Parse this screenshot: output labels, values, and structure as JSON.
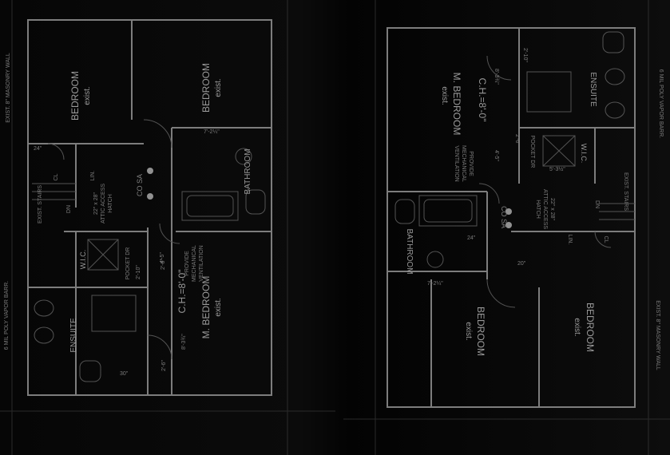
{
  "plans": [
    {
      "id": "left",
      "rooms": {
        "bedroom1": {
          "name": "BEDROOM",
          "sub": "exist."
        },
        "bedroom2": {
          "name": "BEDROOM",
          "sub": "exist."
        },
        "bathroom": {
          "name": "BATHROOM"
        },
        "mbedroom": {
          "ch": "C.H.=8'-0\"",
          "name": "M. BEDROOM",
          "sub": "exist."
        },
        "ensuite": {
          "name": "ENSUITE"
        },
        "wic": {
          "name": "W.I.C."
        },
        "stairs": {
          "name": "EXIST. STAIRS",
          "dn": "DN"
        },
        "vent": {
          "l1": "PROVIDE",
          "l2": "MECHANICAL",
          "l3": "VENTILATION"
        },
        "hatch": {
          "l1": "22\" x 28\"",
          "l2": "ATTIC ACCESS",
          "l3": "HATCH"
        },
        "co_sa": "CO  SA",
        "lin": "LIN.",
        "cl": "CL",
        "pocket": "POCKET DR",
        "dims": {
          "d1": "7'-2¼\"",
          "d2": "2'-6\"",
          "d3": "2'-10\"",
          "d4": "4'-5\"",
          "d5": "8'-3¾\"",
          "d6": "2'-6\"",
          "d7": "24\"",
          "d8": "30\""
        },
        "wall_note": "EXIST. 8\" MASONRY WALL",
        "poly_note": "6 MIL POLY VAPOR BARR."
      }
    },
    {
      "id": "right",
      "rooms": {
        "bedroom1": {
          "name": "BEDROOM",
          "sub": "exist."
        },
        "bedroom2": {
          "name": "BEDROOM",
          "sub": "exist."
        },
        "bathroom": {
          "name": "BATHROOM"
        },
        "mbedroom": {
          "ch": "C.H.=8'-0\"",
          "name": "M. BEDROOM",
          "sub": "exist."
        },
        "ensuite": {
          "name": "ENSUITE"
        },
        "wic": {
          "name": "W.I.C."
        },
        "stairs": {
          "name": "EXIST. STAIRS",
          "dn": "DN"
        },
        "vent": {
          "l1": "PROVIDE",
          "l2": "MECHANICAL",
          "l3": "VENTILATION"
        },
        "hatch": {
          "l1": "22\" x 28\"",
          "l2": "ATTIC ACCESS",
          "l3": "HATCH"
        },
        "co_sa": "CO  SA",
        "lin": "LIN.",
        "cl": "CL",
        "pocket": "POCKET DR",
        "dims": {
          "d1": "7'-2¼\"",
          "d2": "2'-6\"",
          "d3": "2'-10\"",
          "d4": "4'-5\"",
          "d5": "8'-3¾\"",
          "d6": "5'-3½\"",
          "d7": "24\"",
          "d8": "20\""
        },
        "wall_note": "EXIST. 8\" MASONRY WALL",
        "poly_note": "6 MIL POLY VAPOR BARR."
      }
    }
  ]
}
